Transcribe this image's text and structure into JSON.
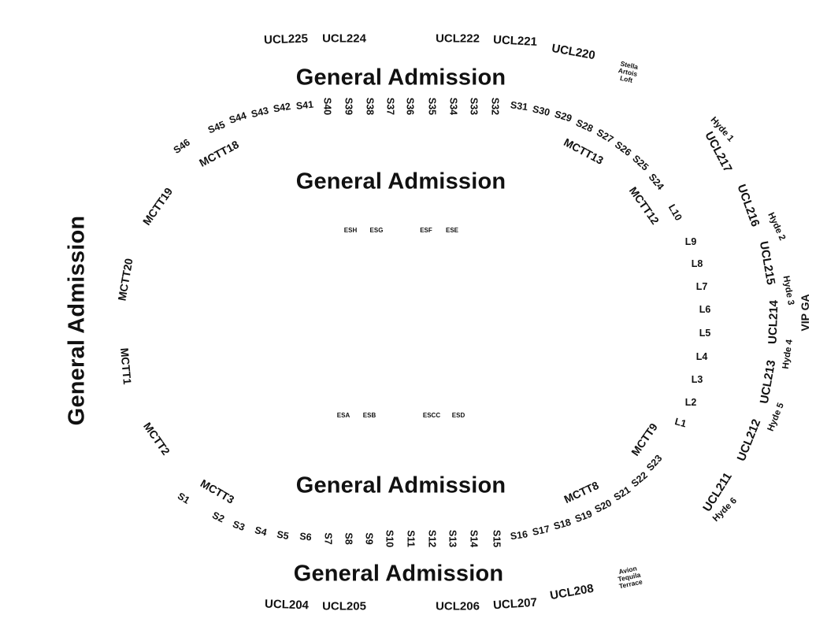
{
  "general_admission": [
    "General Admission",
    "General Admission",
    "General Admission",
    "General Admission",
    "General Admission"
  ],
  "ucl_top": [
    "UCL225",
    "UCL224",
    "UCL222",
    "UCL221",
    "UCL220"
  ],
  "ucl_bottom": [
    "UCL204",
    "UCL205",
    "UCL206",
    "UCL207",
    "UCL208"
  ],
  "ucl_right": [
    "UCL217",
    "UCL216",
    "UCL215",
    "UCL214",
    "UCL213",
    "UCL212",
    "UCL211"
  ],
  "hyde": [
    "Hyde 1",
    "Hyde 2",
    "Hyde 3",
    "Hyde 4",
    "Hyde 5",
    "Hyde 6"
  ],
  "vip": "VIP GA",
  "stella_artois_loft": [
    "Stella",
    "Artois",
    "Loft"
  ],
  "avion_tequila_terrace": [
    "Avion",
    "Tequila",
    "Terrace"
  ],
  "mctt": [
    "MCTT1",
    "MCTT2",
    "MCTT3",
    "MCTT8",
    "MCTT9",
    "MCTT12",
    "MCTT13",
    "MCTT18",
    "MCTT19",
    "MCTT20"
  ],
  "top_sections": [
    "S46",
    "S45",
    "S44",
    "S43",
    "S42",
    "S41",
    "S40",
    "S39",
    "S38",
    "S37",
    "S36",
    "S35",
    "S34",
    "S33",
    "S32",
    "S31",
    "S30",
    "S29",
    "S28",
    "S27",
    "S26",
    "S25",
    "S24"
  ],
  "bottom_sections": [
    "S1",
    "S2",
    "S3",
    "S4",
    "S5",
    "S6",
    "S7",
    "S8",
    "S9",
    "S10",
    "S11",
    "S12",
    "S13",
    "S14",
    "S15",
    "S16",
    "S17",
    "S18",
    "S19",
    "S20",
    "S21",
    "S22",
    "S23"
  ],
  "loge": [
    "L1",
    "L2",
    "L3",
    "L4",
    "L5",
    "L6",
    "L7",
    "L8",
    "L9",
    "L10"
  ],
  "es_top": [
    "ESH",
    "ESG",
    "ESF",
    "ESE"
  ],
  "es_bottom": [
    "ESA",
    "ESB",
    "ESCC",
    "ESD"
  ]
}
